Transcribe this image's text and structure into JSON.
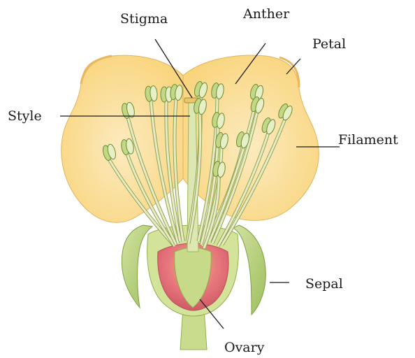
{
  "diagram": {
    "labels": {
      "stigma": "Stigma",
      "anther": "Anther",
      "petal": "Petal",
      "style": "Style",
      "filament": "Filament",
      "sepal": "Sepal",
      "ovary": "Ovary"
    },
    "colors": {
      "petal_fill": "#FAD98A",
      "petal_edge": "#C98E3C",
      "sepal_fill": "#BCD585",
      "ovary_wall": "#D4E39A",
      "ovary_red": "#E4707A",
      "anther_fill": "#C2D886",
      "filament": "#E9EBC6",
      "line": "#1a1a1a"
    }
  }
}
